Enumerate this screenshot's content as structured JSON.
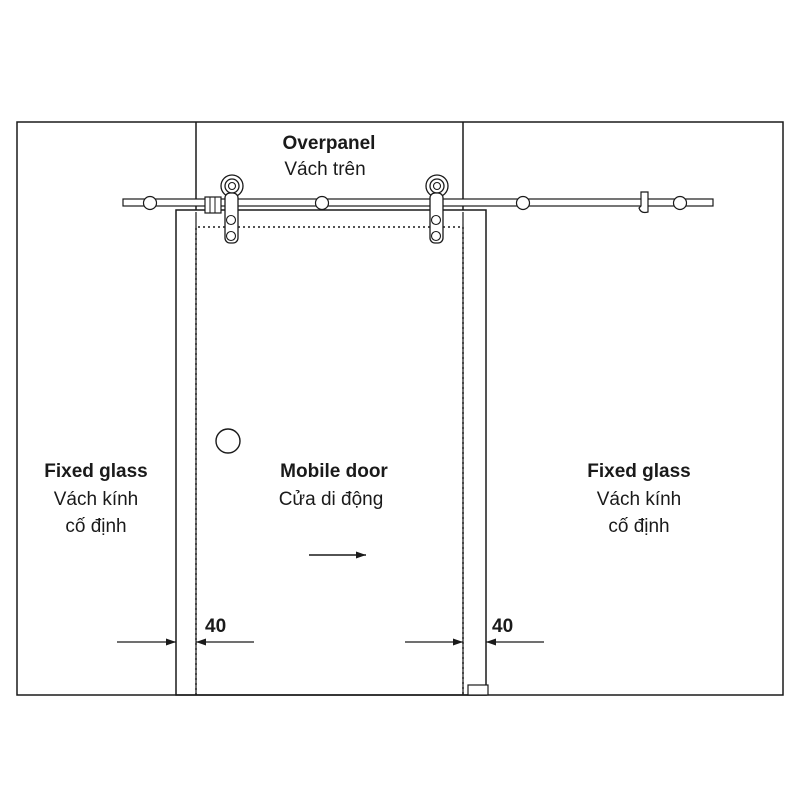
{
  "overpanel": {
    "title": "Overpanel",
    "subtitle": "Vách trên"
  },
  "left_panel": {
    "title": "Fixed glass",
    "line1": "Vách kính",
    "line2": "cố định"
  },
  "door": {
    "title": "Mobile door",
    "subtitle": "Cửa di động"
  },
  "right_panel": {
    "title": "Fixed glass",
    "line1": "Vách kính",
    "line2": "cố định"
  },
  "dimensions": {
    "left": "40",
    "right": "40"
  },
  "colors": {
    "line": "#1a1a1a",
    "background": "#ffffff"
  },
  "icons": {
    "motion": "arrow-right-icon",
    "handle": "circle-handle-icon",
    "roller": "roller-hanger-icon"
  }
}
